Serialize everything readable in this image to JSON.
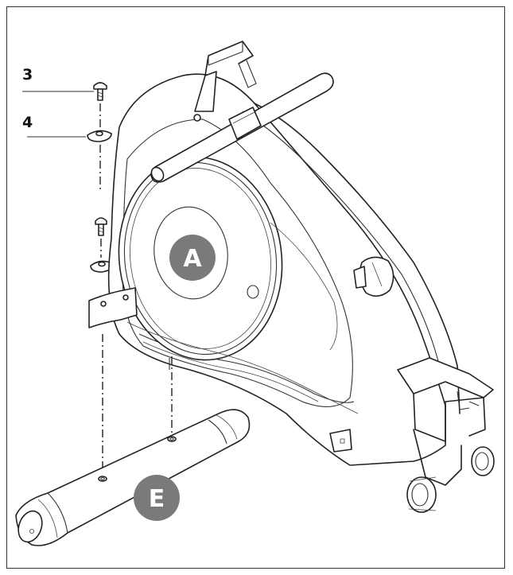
{
  "diagram": {
    "callouts": {
      "part3": "3",
      "part4": "4"
    },
    "badges": {
      "frame": "A",
      "stabilizer": "E"
    },
    "colors": {
      "badge": "#7a7a7a",
      "line": "#222222",
      "background": "#ffffff"
    }
  }
}
